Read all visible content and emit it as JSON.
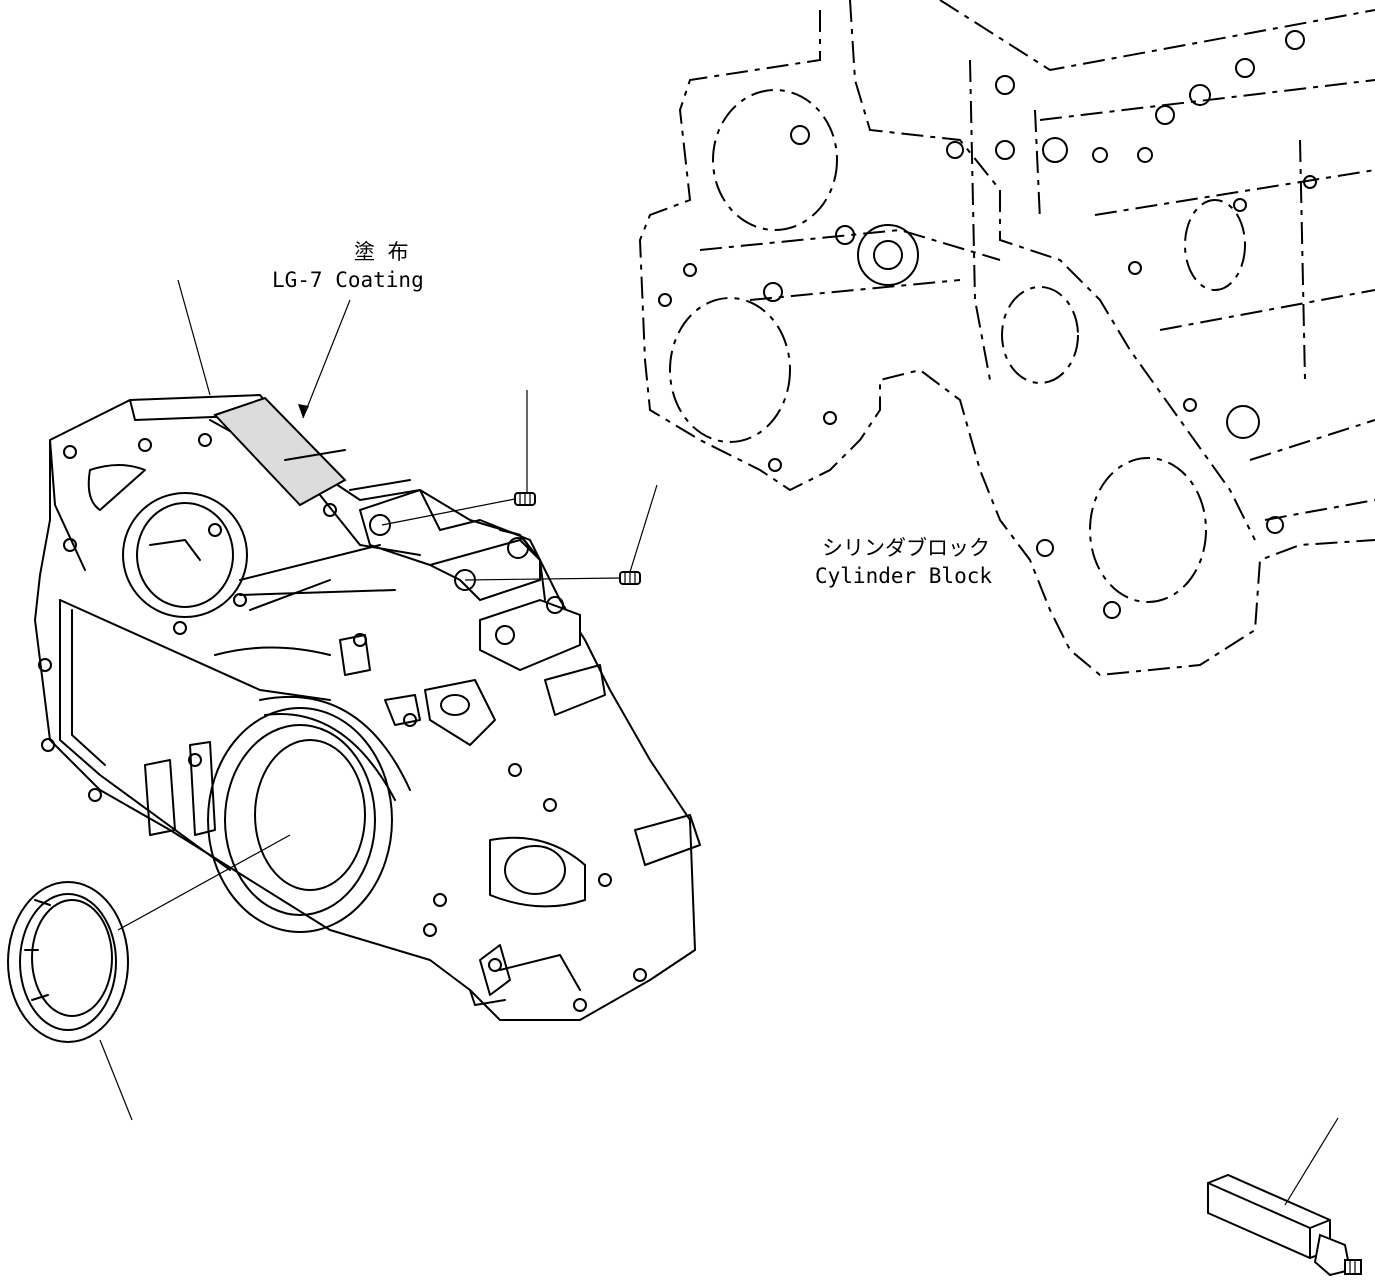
{
  "labels": {
    "coating_jp": "塗 布",
    "coating_en": "LG-7 Coating",
    "block_jp": "シリンダブロック",
    "block_en": "Cylinder Block"
  }
}
